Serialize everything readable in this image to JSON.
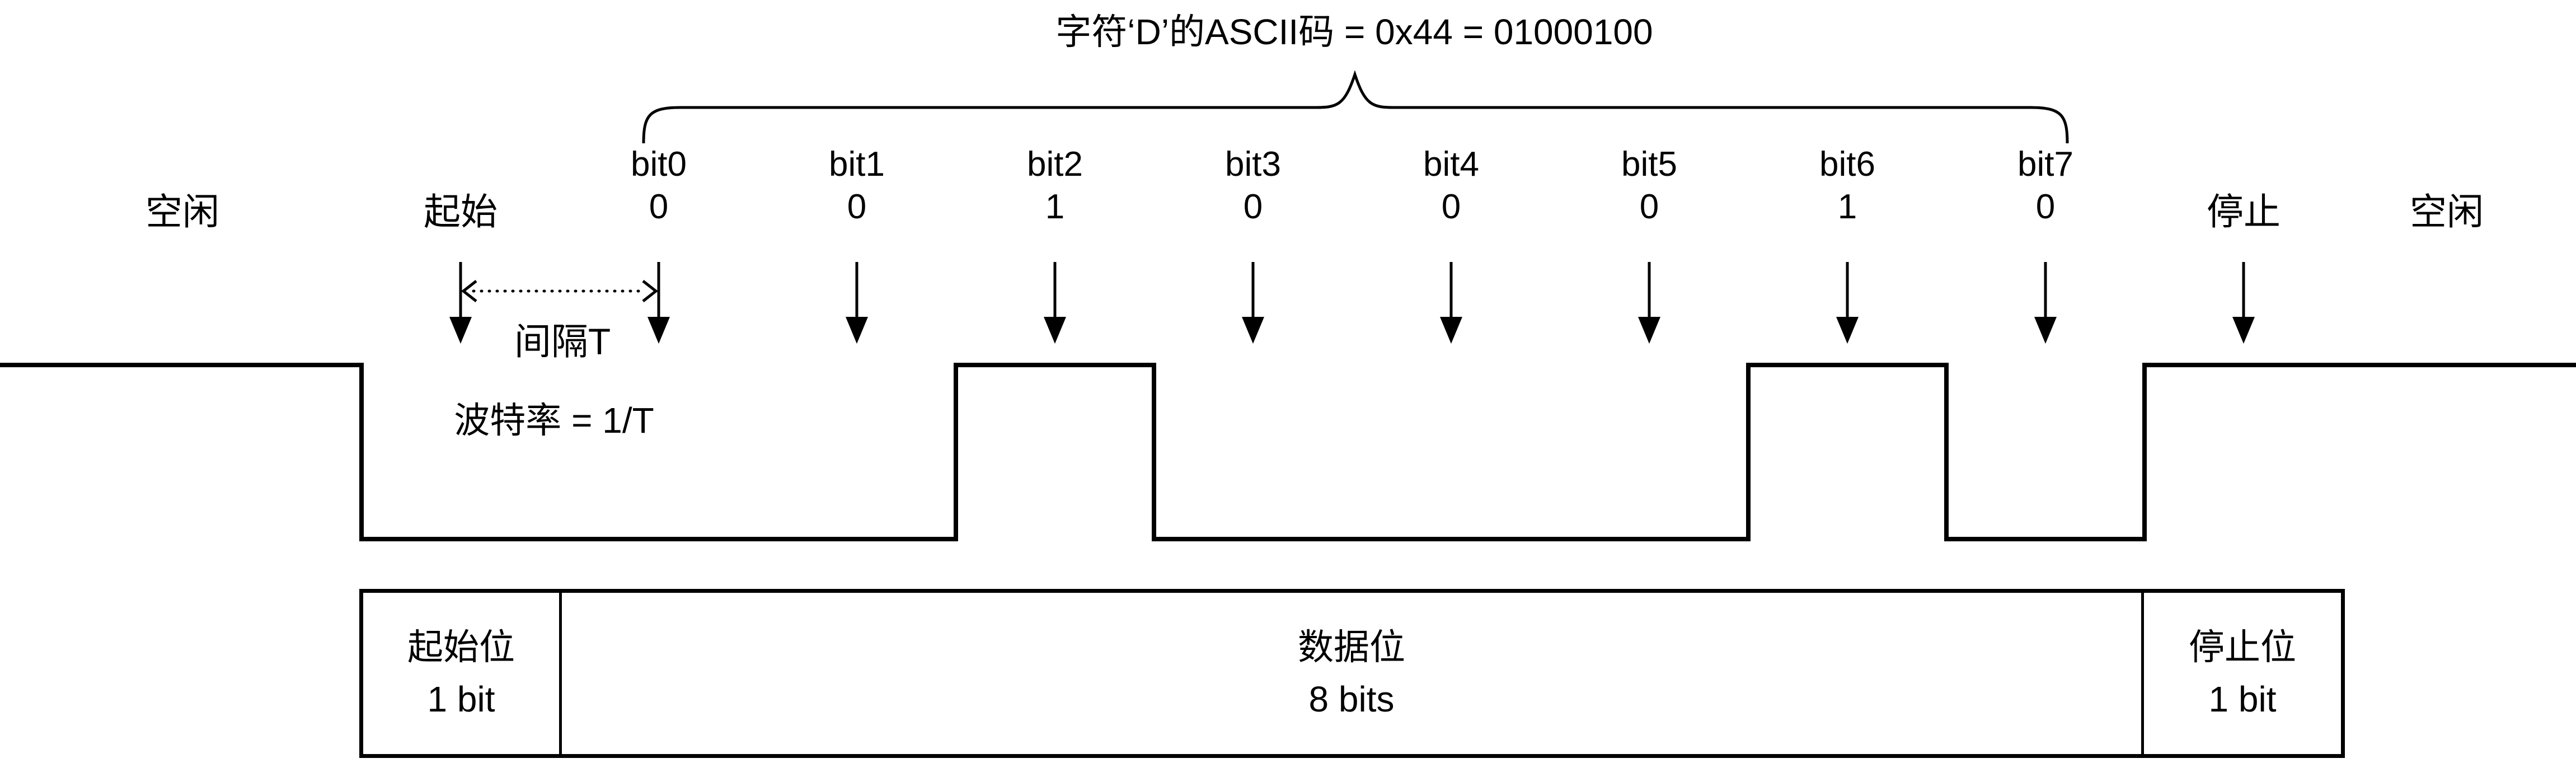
{
  "title": "字符‘D’的ASCII码 = 0x44 = 01000100",
  "labels": {
    "idle_left": "空闲",
    "start": "起始",
    "stop": "停止",
    "idle_right": "空闲",
    "interval": "间隔T",
    "baud": "波特率 = 1/T"
  },
  "bits": [
    {
      "label": "bit0",
      "value": "0"
    },
    {
      "label": "bit1",
      "value": "0"
    },
    {
      "label": "bit2",
      "value": "1"
    },
    {
      "label": "bit3",
      "value": "0"
    },
    {
      "label": "bit4",
      "value": "0"
    },
    {
      "label": "bit5",
      "value": "0"
    },
    {
      "label": "bit6",
      "value": "1"
    },
    {
      "label": "bit7",
      "value": "0"
    }
  ],
  "frame_table": {
    "cells": [
      {
        "name": "起始位",
        "size": "1 bit"
      },
      {
        "name": "数据位",
        "size": "8 bits"
      },
      {
        "name": "停止位",
        "size": "1 bit"
      }
    ]
  },
  "signal": {
    "character": "D",
    "ascii_hex": "0x44",
    "ascii_binary": "01000100",
    "levels": {
      "idle": "high",
      "start": "low",
      "data_bits_bit0_to_bit7": "0,0,1,0,0,0,1,0",
      "stop": "high"
    },
    "colors": {
      "ink": "#000000",
      "background": "#ffffff"
    }
  }
}
